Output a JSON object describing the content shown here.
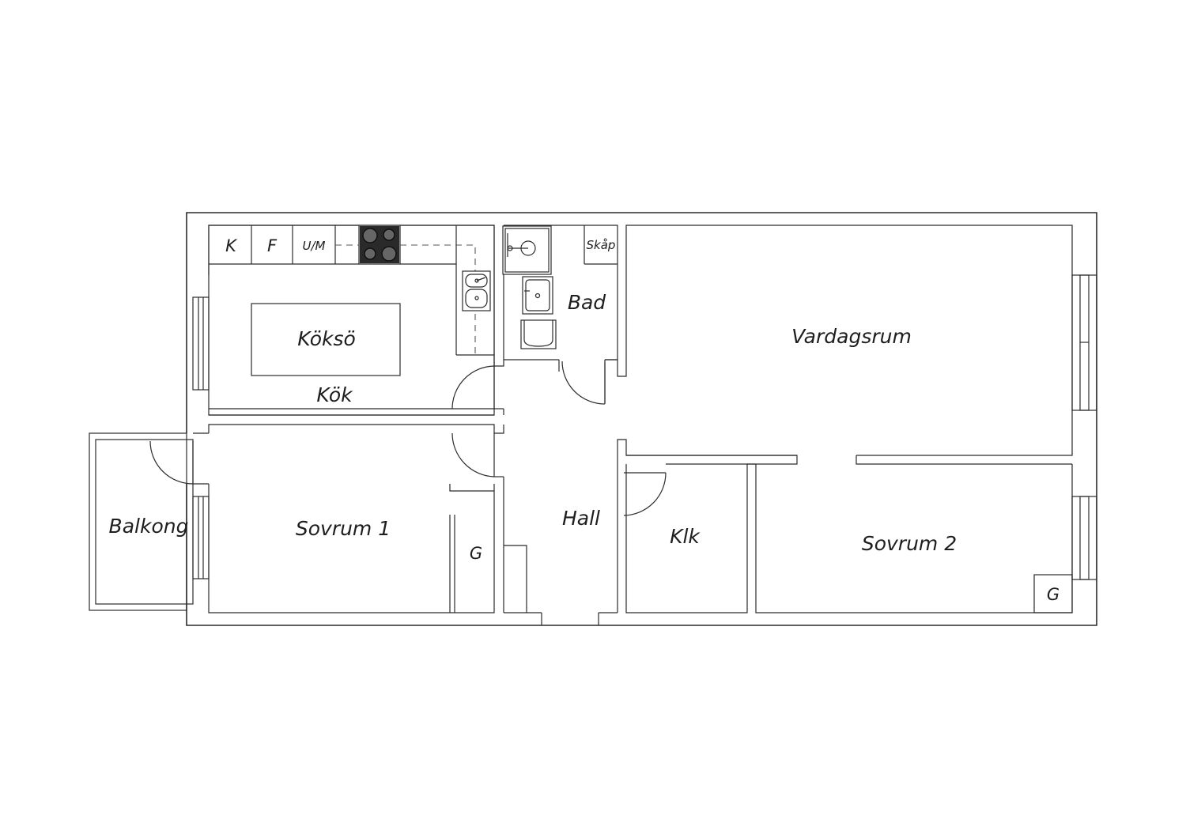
{
  "rooms": {
    "koksö": "Köksö",
    "kok": "Kök",
    "bad": "Bad",
    "vardagsrum": "Vardagsrum",
    "balkong": "Balkong",
    "sovrum1": "Sovrum 1",
    "hall": "Hall",
    "klk": "Klk",
    "sovrum2": "Sovrum 2"
  },
  "fixtures": {
    "fridge": "K",
    "freezer": "F",
    "oven_microwave": "U/M",
    "bath_cabinet": "Skåp",
    "wardrobe_sovrum1": "G",
    "wardrobe_sovrum2": "G"
  }
}
